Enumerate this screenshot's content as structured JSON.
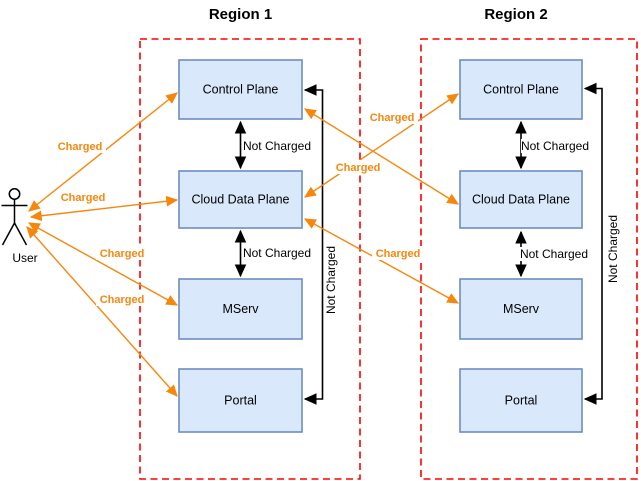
{
  "diagram_title": "Region charging architecture diagram",
  "colors": {
    "box_fill": "#DAE8FC",
    "box_border": "#6C8EBF",
    "region_red": "#FF0000",
    "orange": "#F6870D",
    "ink": "#000000"
  },
  "actor": {
    "label": "User"
  },
  "regions": [
    {
      "title": "Region 1",
      "nodes": [
        {
          "label": "Control Plane"
        },
        {
          "label": "Cloud Data Plane"
        },
        {
          "label": "MServ"
        },
        {
          "label": "Portal"
        }
      ]
    },
    {
      "title": "Region 2",
      "nodes": [
        {
          "label": "Control Plane"
        },
        {
          "label": "Cloud Data Plane"
        },
        {
          "label": "MServ"
        },
        {
          "label": "Portal"
        }
      ]
    }
  ],
  "edges": [
    {
      "from": "User",
      "to": "Region 1 / Control Plane",
      "label": "Charged",
      "bidirectional": true
    },
    {
      "from": "User",
      "to": "Region 1 / Cloud Data Plane",
      "label": "Charged",
      "bidirectional": true
    },
    {
      "from": "User",
      "to": "Region 1 / MServ",
      "label": "Charged",
      "bidirectional": true
    },
    {
      "from": "User",
      "to": "Region 1 / Portal",
      "label": "Charged",
      "bidirectional": true
    },
    {
      "from": "Region 1 / Cloud Data Plane",
      "to": "Region 2 / Control Plane",
      "label": "Charged",
      "bidirectional": true
    },
    {
      "from": "Region 1 / Control Plane",
      "to": "Region 2 / Cloud Data Plane",
      "label": "Charged",
      "bidirectional": true
    },
    {
      "from": "Region 1 / Cloud Data Plane",
      "to": "Region 2 / MServ",
      "label": "Charged",
      "bidirectional": true
    },
    {
      "from": "Region 1 / Control Plane",
      "to": "Region 1 / Cloud Data Plane",
      "label": "Not Charged",
      "bidirectional": true
    },
    {
      "from": "Region 1 / Cloud Data Plane",
      "to": "Region 1 / MServ",
      "label": "Not Charged",
      "bidirectional": true
    },
    {
      "from": "Region 1 / Control Plane",
      "to": "Region 1 / Portal",
      "label": "Not Charged",
      "bidirectional": true
    },
    {
      "from": "Region 2 / Control Plane",
      "to": "Region 2 / Cloud Data Plane",
      "label": "Not Charged",
      "bidirectional": true
    },
    {
      "from": "Region 2 / Cloud Data Plane",
      "to": "Region 2 / MServ",
      "label": "Not Charged",
      "bidirectional": true
    },
    {
      "from": "Region 2 / Control Plane",
      "to": "Region 2 / Portal",
      "label": "Not Charged",
      "bidirectional": true
    }
  ]
}
